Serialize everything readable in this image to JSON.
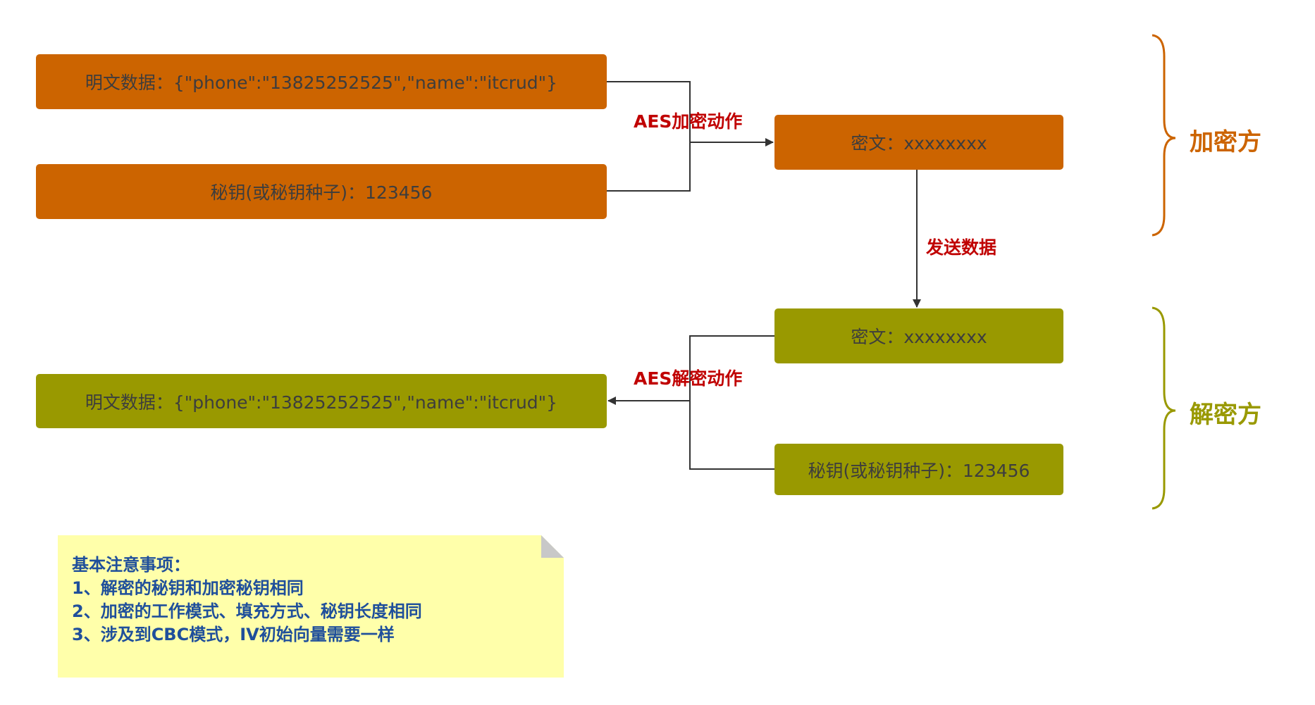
{
  "encrypt_side": {
    "plaintext": "明文数据：{\"phone\":\"13825252525\",\"name\":\"itcrud\"}",
    "key": "秘钥(或秘钥种子)：123456",
    "action": "AES加密动作",
    "ciphertext": "密文：xxxxxxxx",
    "side_label": "加密方"
  },
  "transfer_label": "发送数据",
  "decrypt_side": {
    "ciphertext": "密文：xxxxxxxx",
    "key": "秘钥(或秘钥种子)：123456",
    "action": "AES解密动作",
    "plaintext": "明文数据：{\"phone\":\"13825252525\",\"name\":\"itcrud\"}",
    "side_label": "解密方"
  },
  "notes": {
    "title": "基本注意事项：",
    "items": [
      "1、解密的秘钥和加密秘钥相同",
      "2、加密的工作模式、填充方式、秘钥长度相同",
      "3、涉及到CBC模式，IV初始向量需要一样"
    ]
  },
  "colors": {
    "encrypt": "#cc6400",
    "decrypt": "#999900",
    "action_label": "#c00000",
    "note_bg": "#ffffaa",
    "note_text": "#1f4f9b"
  }
}
